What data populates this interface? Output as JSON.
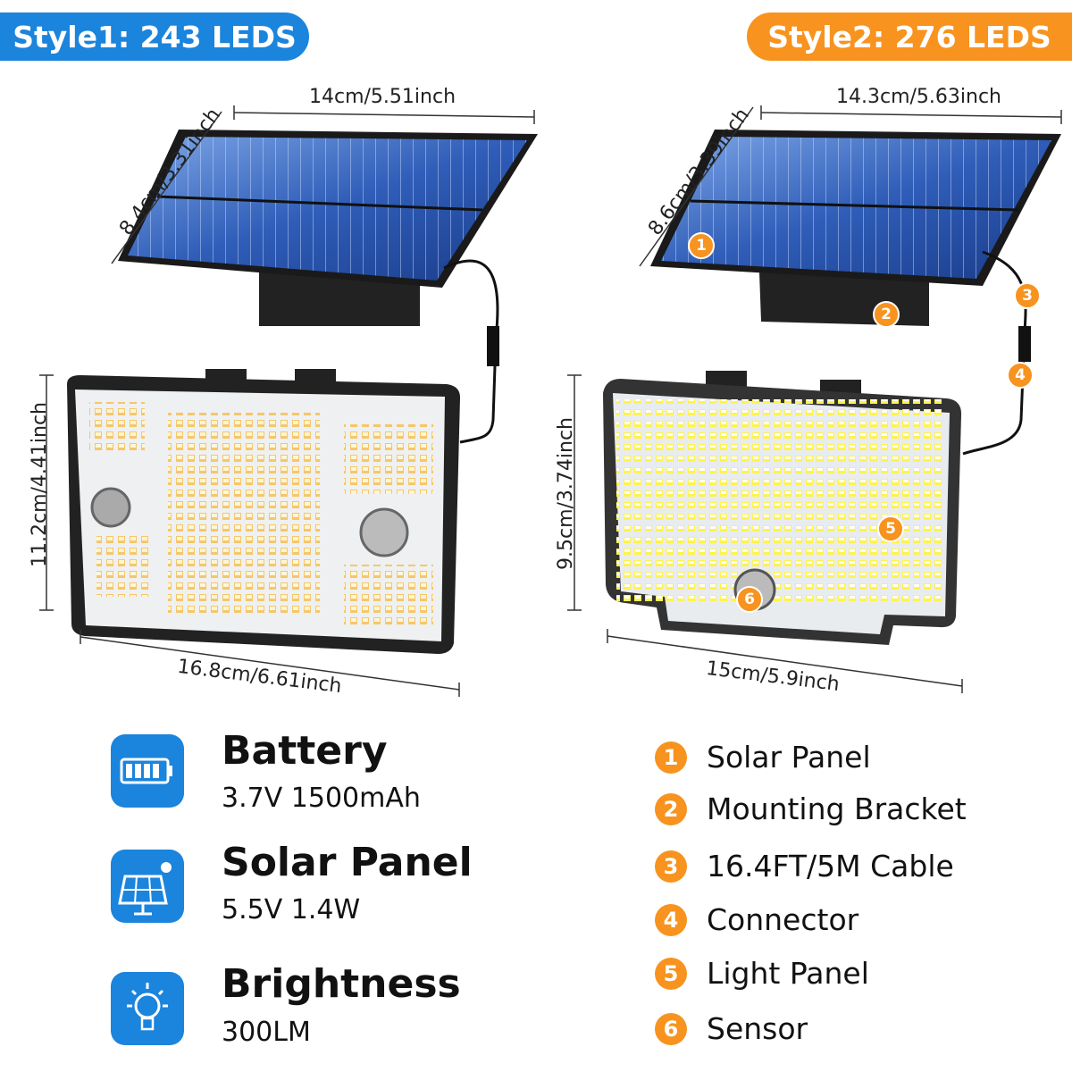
{
  "styles": [
    {
      "label": "Style1: 243 LEDS",
      "color": "#1b84dc"
    },
    {
      "label": "Style2: 276 LEDS",
      "color": "#f7931e"
    }
  ],
  "dimensions": {
    "style1": {
      "panel_width": "14cm/5.51inch",
      "panel_depth": "8.4cm/3.31inch",
      "light_height": "11.2cm/4.41inch",
      "light_width": "16.8cm/6.61inch"
    },
    "style2": {
      "panel_width": "14.3cm/5.63inch",
      "panel_depth": "8.6cm/3.39inch",
      "light_height": "9.5cm/3.74inch",
      "light_width": "15cm/5.9inch"
    }
  },
  "specs": [
    {
      "icon": "battery-icon",
      "title": "Battery",
      "value": "3.7V 1500mAh"
    },
    {
      "icon": "solar-panel-icon",
      "title": "Solar Panel",
      "value": "5.5V 1.4W"
    },
    {
      "icon": "lightbulb-icon",
      "title": "Brightness",
      "value": "300LM"
    }
  ],
  "legend": [
    {
      "num": "1",
      "label": "Solar Panel"
    },
    {
      "num": "2",
      "label": "Mounting Bracket"
    },
    {
      "num": "3",
      "label": "16.4FT/5M Cable"
    },
    {
      "num": "4",
      "label": "Connector"
    },
    {
      "num": "5",
      "label": "Light Panel"
    },
    {
      "num": "6",
      "label": "Sensor"
    }
  ],
  "accent": "#f7931e"
}
